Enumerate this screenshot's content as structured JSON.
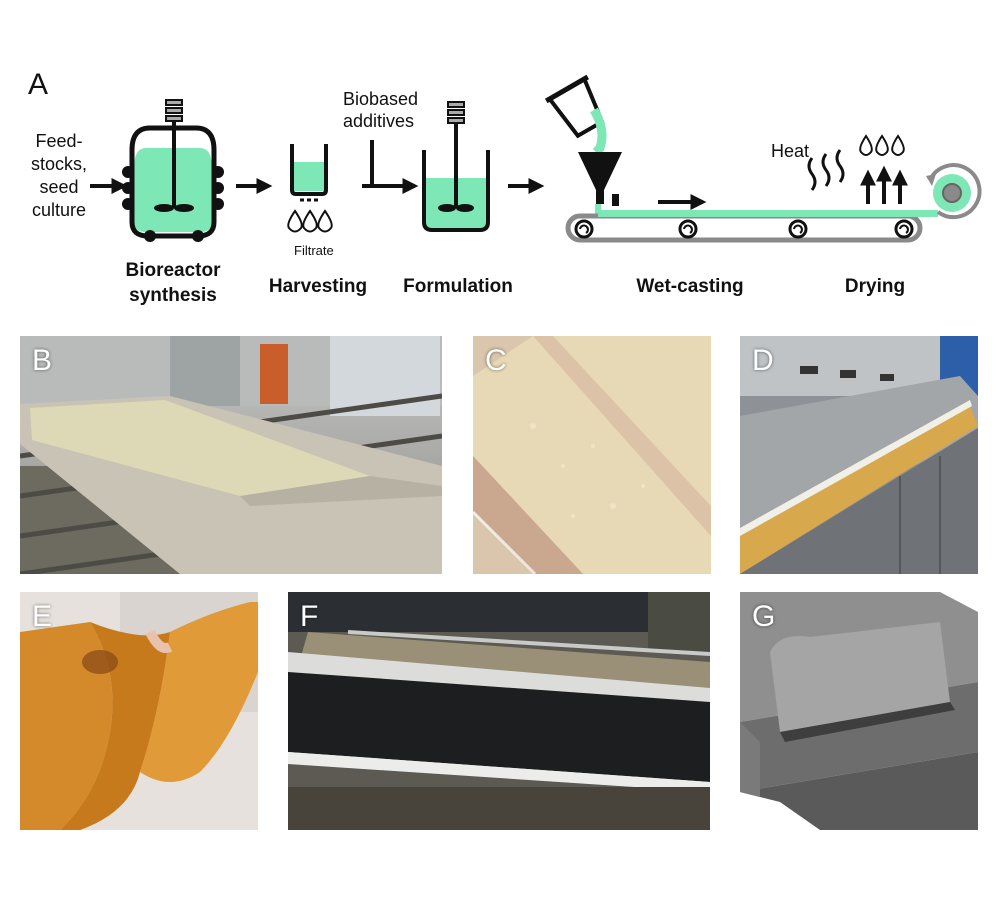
{
  "panels": {
    "a": "A",
    "b": "B",
    "c": "C",
    "d": "D",
    "e": "E",
    "f": "F",
    "g": "G"
  },
  "process": {
    "inputs": [
      "Feed-",
      "stocks,",
      "seed",
      "culture"
    ],
    "additives": [
      "Biobased",
      "additives"
    ],
    "filtrate": "Filtrate",
    "heat": "Heat",
    "stages": {
      "bioreactor": [
        "Bioreactor",
        "synthesis"
      ],
      "harvesting": "Harvesting",
      "formulation": "Formulation",
      "wetcasting": "Wet-casting",
      "drying": "Drying"
    }
  },
  "colors": {
    "culture_green": "#7de8b6",
    "outline": "#111111",
    "belt_gray": "#8a8a8a"
  }
}
